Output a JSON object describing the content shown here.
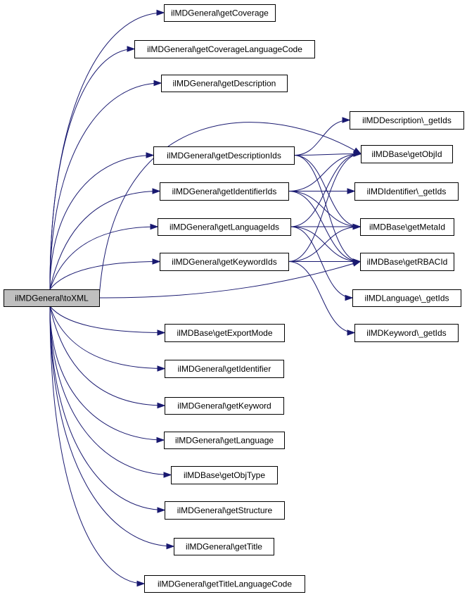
{
  "nodes": [
    {
      "id": "root",
      "label": "ilMDGeneral\\toXML",
      "root": true
    },
    {
      "id": "getCoverage",
      "label": "ilMDGeneral\\getCoverage"
    },
    {
      "id": "getCoverageLanguageCode",
      "label": "ilMDGeneral\\getCoverageLanguageCode"
    },
    {
      "id": "getDescription",
      "label": "ilMDGeneral\\getDescription"
    },
    {
      "id": "getDescriptionIds",
      "label": "ilMDGeneral\\getDescriptionIds"
    },
    {
      "id": "getIdentifierIds",
      "label": "ilMDGeneral\\getIdentifierIds"
    },
    {
      "id": "getLanguageIds",
      "label": "ilMDGeneral\\getLanguageIds"
    },
    {
      "id": "getKeywordIds",
      "label": "ilMDGeneral\\getKeywordIds"
    },
    {
      "id": "getExportMode",
      "label": "ilMDBase\\getExportMode"
    },
    {
      "id": "getIdentifier",
      "label": "ilMDGeneral\\getIdentifier"
    },
    {
      "id": "getKeyword",
      "label": "ilMDGeneral\\getKeyword"
    },
    {
      "id": "getLanguage",
      "label": "ilMDGeneral\\getLanguage"
    },
    {
      "id": "getObjType",
      "label": "ilMDBase\\getObjType"
    },
    {
      "id": "getStructure",
      "label": "ilMDGeneral\\getStructure"
    },
    {
      "id": "getTitle",
      "label": "ilMDGeneral\\getTitle"
    },
    {
      "id": "getTitleLanguageCode",
      "label": "ilMDGeneral\\getTitleLanguageCode"
    },
    {
      "id": "descGetIds",
      "label": "ilMDDescription\\_getIds"
    },
    {
      "id": "getObjId",
      "label": "ilMDBase\\getObjId"
    },
    {
      "id": "identGetIds",
      "label": "ilMDIdentifier\\_getIds"
    },
    {
      "id": "getMetaId",
      "label": "ilMDBase\\getMetaId"
    },
    {
      "id": "getRBACId",
      "label": "ilMDBase\\getRBACId"
    },
    {
      "id": "langGetIds",
      "label": "ilMDLanguage\\_getIds"
    },
    {
      "id": "keywordGetIds",
      "label": "ilMDKeyword\\_getIds"
    }
  ],
  "edges": [
    [
      "root",
      "getCoverage"
    ],
    [
      "root",
      "getCoverageLanguageCode"
    ],
    [
      "root",
      "getDescription"
    ],
    [
      "root",
      "getObjId"
    ],
    [
      "root",
      "getDescriptionIds"
    ],
    [
      "root",
      "getIdentifierIds"
    ],
    [
      "root",
      "getLanguageIds"
    ],
    [
      "root",
      "getKeywordIds"
    ],
    [
      "root",
      "getRBACId"
    ],
    [
      "root",
      "getExportMode"
    ],
    [
      "root",
      "getIdentifier"
    ],
    [
      "root",
      "getKeyword"
    ],
    [
      "root",
      "getLanguage"
    ],
    [
      "root",
      "getObjType"
    ],
    [
      "root",
      "getStructure"
    ],
    [
      "root",
      "getTitle"
    ],
    [
      "root",
      "getTitleLanguageCode"
    ],
    [
      "getDescriptionIds",
      "descGetIds"
    ],
    [
      "getDescriptionIds",
      "getObjId"
    ],
    [
      "getDescriptionIds",
      "getMetaId"
    ],
    [
      "getDescriptionIds",
      "getRBACId"
    ],
    [
      "getIdentifierIds",
      "getObjId"
    ],
    [
      "getIdentifierIds",
      "identGetIds"
    ],
    [
      "getIdentifierIds",
      "getMetaId"
    ],
    [
      "getIdentifierIds",
      "getRBACId"
    ],
    [
      "getLanguageIds",
      "getObjId"
    ],
    [
      "getLanguageIds",
      "getMetaId"
    ],
    [
      "getLanguageIds",
      "getRBACId"
    ],
    [
      "getLanguageIds",
      "langGetIds"
    ],
    [
      "getKeywordIds",
      "getObjId"
    ],
    [
      "getKeywordIds",
      "getMetaId"
    ],
    [
      "getKeywordIds",
      "getRBACId"
    ],
    [
      "getKeywordIds",
      "keywordGetIds"
    ]
  ],
  "colors": {
    "edge": "#191970",
    "root_fill": "#bfbfbf",
    "node_fill": "#ffffff",
    "border": "#000000"
  }
}
